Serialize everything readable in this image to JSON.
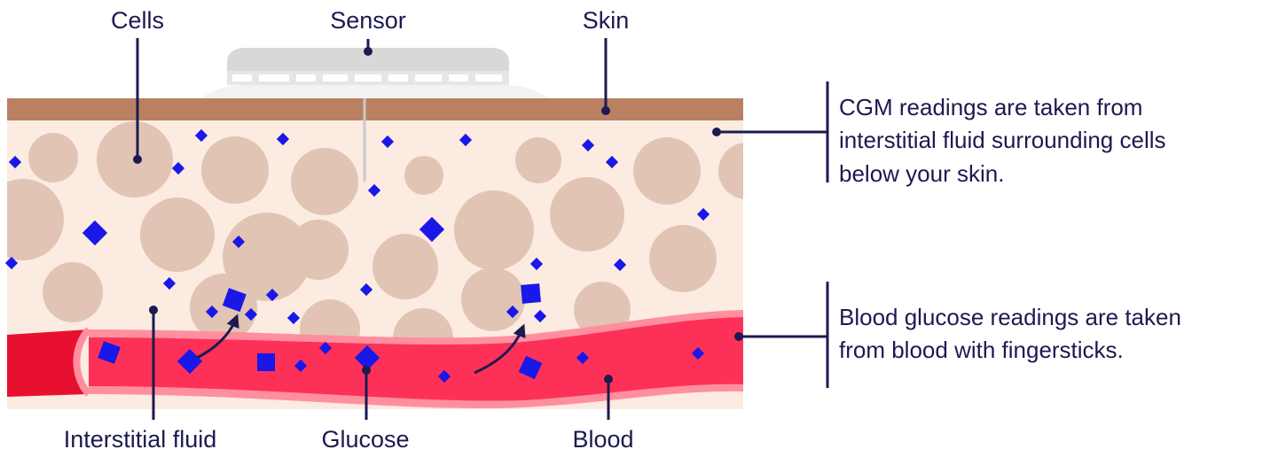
{
  "labels": {
    "cells": "Cells",
    "sensor": "Sensor",
    "skin": "Skin",
    "interstitial_fluid": "Interstitial fluid",
    "glucose": "Glucose",
    "blood": "Blood"
  },
  "descriptions": {
    "cgm": [
      "CGM readings are taken from",
      "interstitial fluid surrounding cells",
      "below your skin."
    ],
    "blood_glucose": [
      "Blood glucose readings are taken",
      "from blood with fingersticks."
    ]
  },
  "colors": {
    "label_text": "#1c1a4f",
    "skin": "#b98161",
    "tissue": "#fbebe0",
    "cell": "#e1c4b4",
    "vessel": "#fd3157",
    "vessel_rim": "#ff8f9f",
    "vessel_cut": "#e8102f",
    "glucose": "#1a17e9",
    "sensor": "#d8d8d8"
  },
  "icons": {
    "glucose_marker": "diamond",
    "diffusion_arrow": "curved-arrow"
  }
}
